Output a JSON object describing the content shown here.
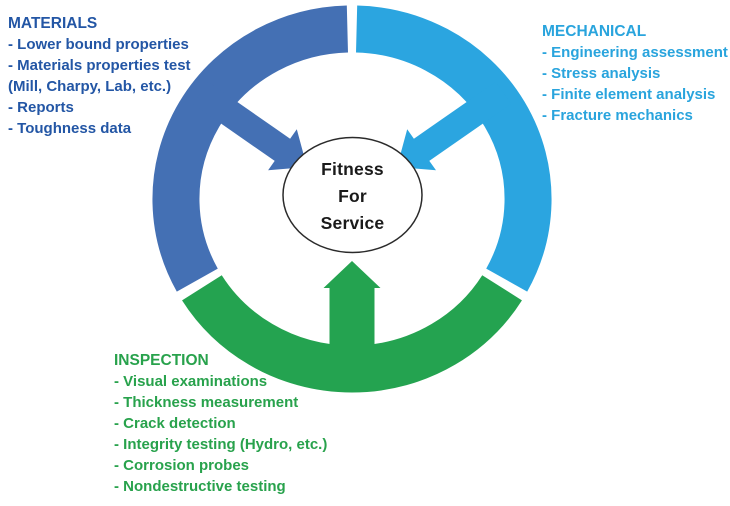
{
  "center": {
    "line1": "Fitness",
    "line2": "For",
    "line3": "Service"
  },
  "colors": {
    "materials": "#4470B4",
    "mechanical": "#2BA5E0",
    "inspection": "#24A350",
    "materials_text": "#2356A5",
    "mechanical_text": "#29A4DD",
    "inspection_text": "#28A24C",
    "center_text": "#1A1A1A",
    "circle_outline": "#2B2B2B"
  },
  "sections": {
    "materials": {
      "heading": "MATERIALS",
      "items": [
        "- Lower bound properties",
        "- Materials properties test",
        "(Mill, Charpy, Lab, etc.)",
        "- Reports",
        "- Toughness data"
      ]
    },
    "mechanical": {
      "heading": "MECHANICAL",
      "items": [
        "- Engineering assessment",
        "- Stress analysis",
        "- Finite element analysis",
        "- Fracture mechanics"
      ]
    },
    "inspection": {
      "heading": "INSPECTION",
      "items": [
        "- Visual examinations",
        "- Thickness measurement",
        "- Crack detection",
        "- Integrity testing (Hydro, etc.)",
        "- Corrosion probes",
        "- Nondestructive testing"
      ]
    }
  }
}
